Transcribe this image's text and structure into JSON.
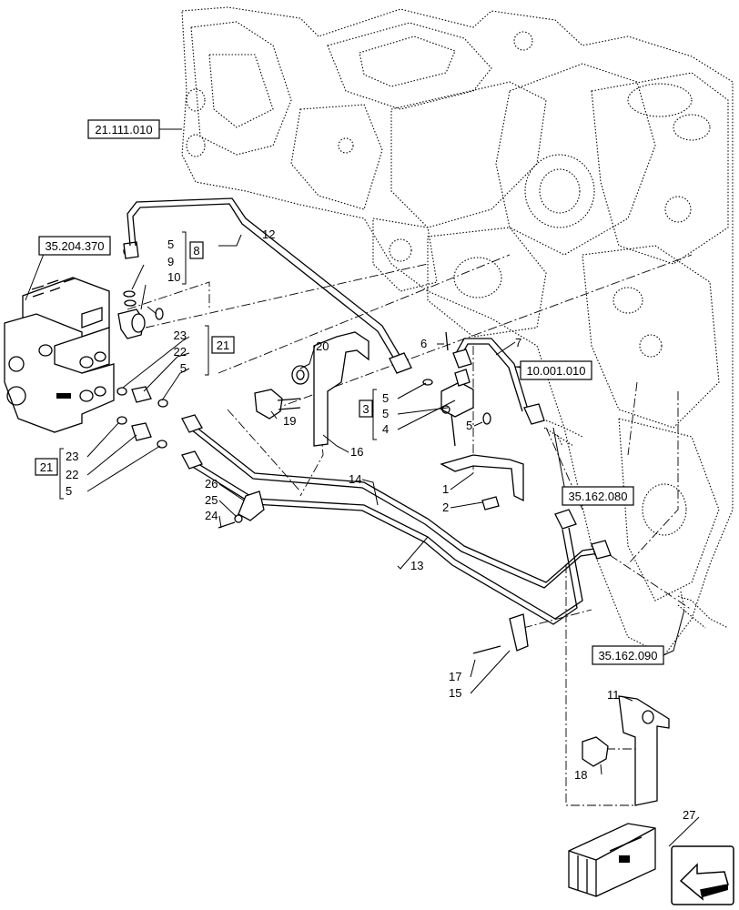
{
  "references": [
    {
      "id": "ref-21-111-010",
      "text": "21.111.010"
    },
    {
      "id": "ref-35-204-370",
      "text": "35.204.370"
    },
    {
      "id": "ref-10-001-010",
      "text": "10.001.010"
    },
    {
      "id": "ref-35-162-080",
      "text": "35.162.080"
    },
    {
      "id": "ref-35-162-090",
      "text": "35.162.090"
    }
  ],
  "kits": {
    "kit8": "8",
    "kit21a": "21",
    "kit21b": "21",
    "kit3": "3"
  },
  "callouts": {
    "c12": "12",
    "c5a": "5",
    "c9": "9",
    "c10": "10",
    "c23a": "23",
    "c22a": "22",
    "c5b": "5",
    "c23b": "23",
    "c22b": "22",
    "c5c": "5",
    "c20": "20",
    "c19": "19",
    "c16": "16",
    "c6": "6",
    "c7": "7",
    "c5d": "5",
    "c5e": "5",
    "c4": "4",
    "c5f": "5",
    "c1": "1",
    "c2": "2",
    "c26": "26",
    "c25": "25",
    "c24": "24",
    "c14": "14",
    "c13": "13",
    "c17": "17",
    "c15": "15",
    "c11": "11",
    "c18": "18",
    "c27": "27"
  },
  "nav": {
    "icon": "arrow-back-icon"
  }
}
